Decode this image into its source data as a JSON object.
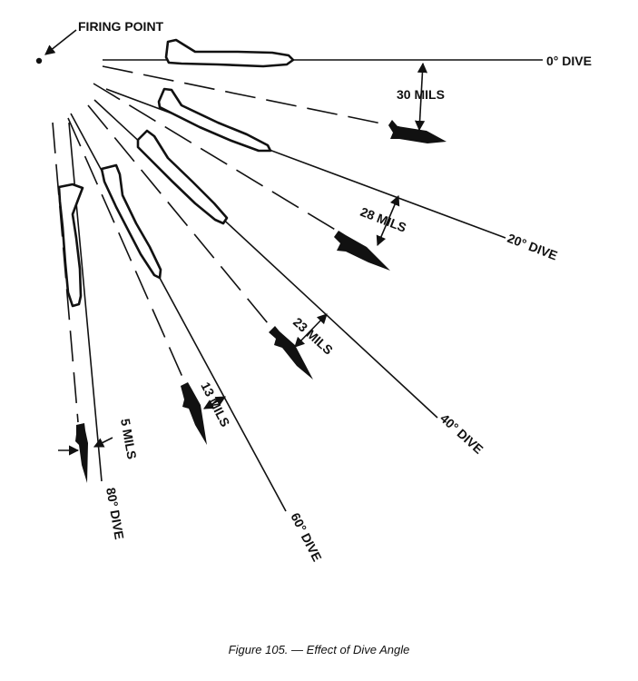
{
  "diagram": {
    "firing_point_label": "FIRING POINT",
    "dives": [
      {
        "id": "d0",
        "label": "0° DIVE",
        "mils": "30 MILS"
      },
      {
        "id": "d20",
        "label": "20° DIVE",
        "mils": "28 MILS"
      },
      {
        "id": "d40",
        "label": "40° DIVE",
        "mils": "23 MILS"
      },
      {
        "id": "d60",
        "label": "60° DIVE",
        "mils": "13 MILS"
      },
      {
        "id": "d80",
        "label": "80° DIVE",
        "mils": "5 MILS"
      }
    ]
  },
  "caption": "Figure 105. — Effect of Dive Angle"
}
